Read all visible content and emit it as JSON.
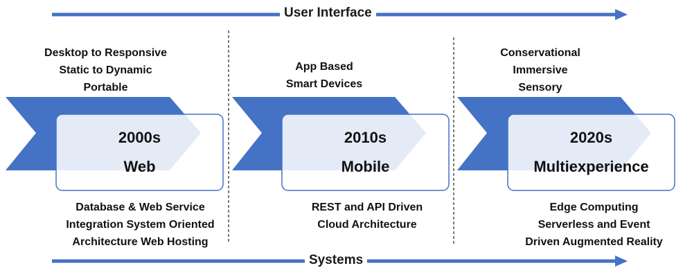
{
  "colors": {
    "arrow": "#4472c4",
    "box_border": "#4472c4",
    "box_fill": "#ffffff",
    "divider": "#333333"
  },
  "axes": {
    "top_label": "User Interface",
    "bottom_label": "Systems"
  },
  "eras": [
    {
      "decade": "2000s",
      "name": "Web",
      "ui_traits": "Desktop to Responsive\nStatic to Dynamic\nPortable",
      "systems": "Database & Web Service\nIntegration System Oriented\nArchitecture Web Hosting"
    },
    {
      "decade": "2010s",
      "name": "Mobile",
      "ui_traits": "App Based\nSmart Devices",
      "systems": "REST and API Driven\nCloud Architecture"
    },
    {
      "decade": "2020s",
      "name": "Multiexperience",
      "ui_traits": "Conservational\nImmersive\nSensory",
      "systems": "Edge Computing\nServerless and Event\nDriven Augmented Reality"
    }
  ]
}
